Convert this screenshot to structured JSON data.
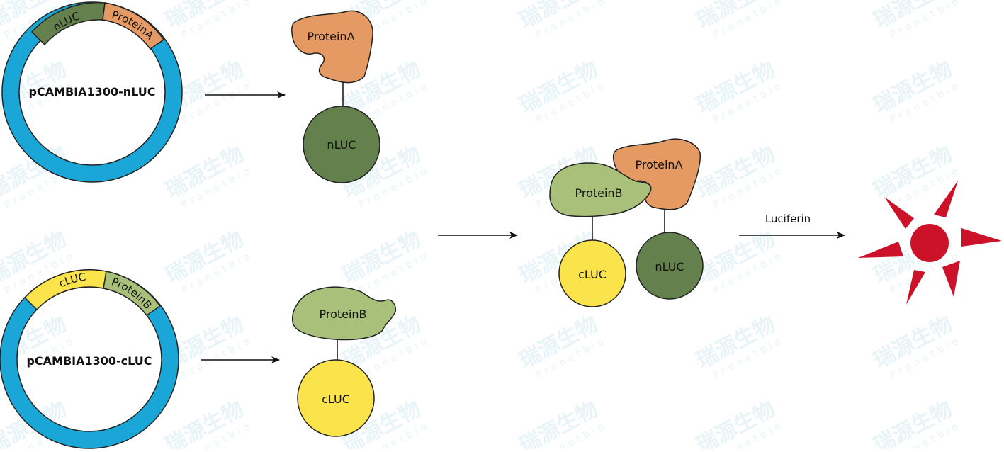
{
  "colors": {
    "ring": "#1aa7d8",
    "nluc": "#64804c",
    "clucYellow": "#fbe44b",
    "proteinA": "#e69a63",
    "proteinB": "#a8c07a",
    "starburst": "#cc1228",
    "line": "#111111"
  },
  "plasmids": {
    "top": {
      "name": "pCAMBIA1300-nLUC",
      "segment1": "nLUC",
      "segment2": "ProteinA"
    },
    "bottom": {
      "name": "pCAMBIA1300-cLUC",
      "segment1": "cLUC",
      "segment2": "ProteinB"
    }
  },
  "fusionA": {
    "protein": "ProteinA",
    "tag": "nLUC"
  },
  "fusionB": {
    "protein": "ProteinB",
    "tag": "cLUC"
  },
  "complex": {
    "proteinA": "ProteinA",
    "proteinB": "ProteinB",
    "tagC": "cLUC",
    "tagN": "nLUC"
  },
  "substrate": {
    "label": "Luciferin"
  },
  "watermark": {
    "icon": "sprout-logo-icon",
    "text": "瑞源生物",
    "sub": "Pronetbio"
  }
}
